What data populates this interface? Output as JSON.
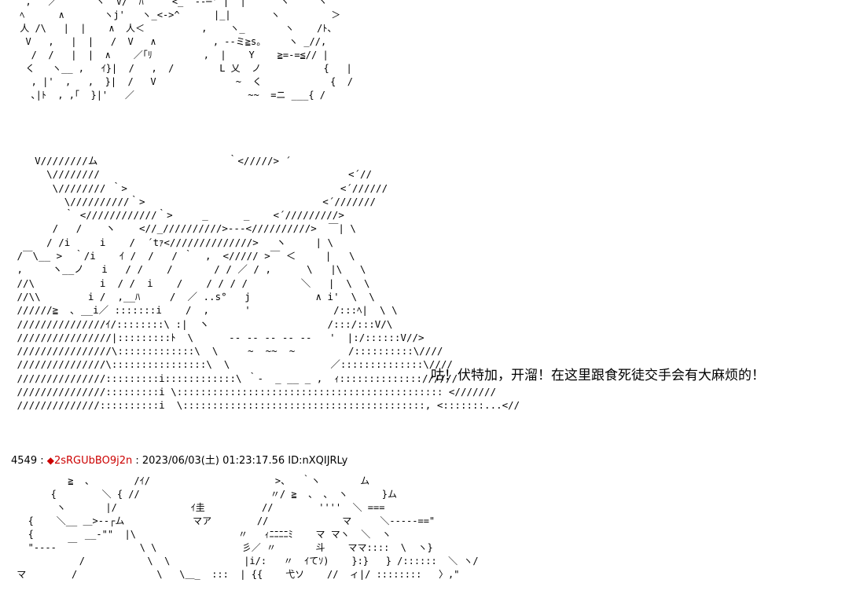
{
  "art": {
    "top": "  ,   ／￣￣￣￣ヽ  V/  ﾊ     <_  --─' |  |      ヽ     ヽ\n ﾍ      ∧       ヽj'   ヽ_<->^      |_|       ヽ         ＞\n 人 /\\   |  |    ∧  人＜          ,    ヽ_       ヽ    /ﾄ、\n  V   ,   |  |   /  V   ∧          , --ミ≧s。    ヽ _//,\n   /  /   |  |  ∧    ／｢ﾘ         ,  |    Y    ≧=-=≦// |\n  く   ヽ__ ,   ｲ}|  /   ,  /        L 乂  ノ           {   |\n   , |'  ,   ,  }|  /   V              ~  く            {  /\n   ､|ﾄ  , ,｢  }|'   ／                    ~~  =ニ ___{ /",
    "middle": "    V////////ム                      ｀</////> ´\n      \\////////                                          <´//\n       \\//////// ｀>                                    <´//////\n         \\//////////｀>                              <´///////\n         ｀ <////////////｀>     _      _    <´/////////>\n       /   /    ヽ    <//_//////////>---<//////////>  ￣| \\\n      / /i     i    /  ´tｧ<//////////////>   ヽ     | \\\n /￣\\__ >  ｀/i    ｲ /  /   / ｀  ,  <///// >￣ ＜     |   \\\n ,     ヽ__ノ   i   / /    /       / / ／ / ,      \\   |\\   \\\n //\\           i  / /  i    /    / / / /         ＼   |  \\  \\\n //\\\\        i /  ,__ﾊ     /  ／ ..s°   j           ∧ i'  \\  \\\n //////≧  ､ __i／ :::::::i    /  ,      '              /:::ﾍ|  \\ \\\n ///////////////ｲ/::::::::\\ :|  ヽ                    /:::/:::V/\\\n ////////////////|:::::::::ﾄ  \\      -- -- -- -- --   '  |:/::::::V//>\n ////////////////\\:::::::::::::\\  \\     ~  ~~  ~         /::::::::::\\////\n ///////////////\\::::::::::::::::\\  \\                 ／::::::::::::::\\////\n ///////////////:::::::::i::::::::::::\\ ｀-  _ __ _ ,  ｨ:::::::::::::://////\n ///////////////:::::::::i \\::::::::::::::::::::::::::::::::::::::::::::: <///////\n //////////////::::::::::i  \\:::::::::::::::::::::::::::::::::::::::::, <:::::::...<//",
    "bottom": "          ≧  、       /ｲ/                      >、  ｀ヽ       ム\n       {        ＼ { //                       〃/ ≧  、 、 ヽ      }ム\n        ヽ       |/             ｲ圭          //        ''''  ＼ ===\n   {    ＼__ ＿>-‐┌ム            マア        //             マ     ＼-----==\"\n   {         __‐\"\"  |\\                  〃   ｨﾆﾆﾆﾆﾐ    マ マヽ  ＼  ヽ\n   \"‐‐‐‐  ￣           \\ \\               彡／ 〃       斗    ママ::::  \\  ヽ}\n            /           \\  \\             |i/:   〃  ｲてｿ)    }:}   } /::::::  ＼ ヽ/\n マ        /              \\   \\＿_  :::  | {{    弋ソ    //  ィ|/ ::::::::   〉,\""
  },
  "dialogue": "咕！伏特加，开溜！在这里跟食死徒交手会有大麻烦的！",
  "post_header": {
    "number": "4549",
    "separator": " : ",
    "diamond": "◆",
    "trip": "2sRGUbBO9j2n",
    "datetime": " : 2023/06/03(土) 01:23:17.56 ID:nXQIJRLy"
  },
  "colors": {
    "text": "#000000",
    "trip": "#cc0000",
    "background": "#ffffff"
  }
}
